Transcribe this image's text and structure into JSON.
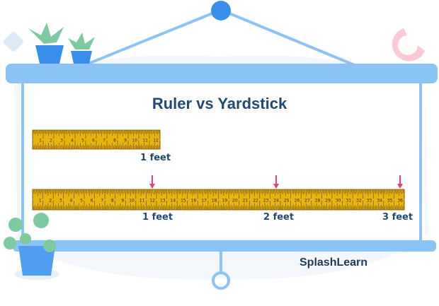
{
  "title": "Ruler vs Yardstick",
  "ruler": {
    "tick_numbers": [
      1,
      2,
      3,
      4,
      5,
      6,
      7,
      8,
      9,
      10,
      11,
      12
    ],
    "length_label": "1 feet"
  },
  "yardstick": {
    "tick_numbers": [
      1,
      2,
      3,
      4,
      5,
      6,
      7,
      8,
      9,
      10,
      11,
      12,
      13,
      14,
      15,
      16,
      17,
      18,
      19,
      20,
      21,
      22,
      23,
      24,
      25,
      26,
      27,
      28,
      29,
      30,
      31,
      32,
      33,
      34,
      35,
      36
    ],
    "markers": [
      {
        "at_inch": 12,
        "label": "1 feet"
      },
      {
        "at_inch": 24,
        "label": "2 feet"
      },
      {
        "at_inch": 36,
        "label": "3 feet"
      }
    ]
  },
  "brand": "SplashLearn",
  "colors": {
    "board_bar": "#8cc3f5",
    "hook": "#3a8eeb",
    "ruler_fill": "#e8b40e",
    "ruler_edge": "#a8790a",
    "arrow": "#e0427a",
    "label": "#1f4a73"
  },
  "icons": [
    "hanging-hook-icon",
    "plant-pot-icon",
    "diamond-decoration-icon",
    "pink-ring-decoration-icon"
  ]
}
